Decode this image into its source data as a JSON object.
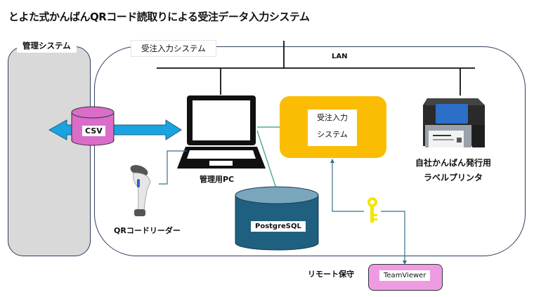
{
  "title": "とよた式かんばんQRコード読取りによる受注データ入力システム",
  "groups": {
    "management_system": "管理システム",
    "order_input_system": "受注入力システム"
  },
  "network": {
    "lan_label": "LAN"
  },
  "nodes": {
    "csv": "CSV",
    "management_pc": "管理用PC",
    "order_system_line1": "受注入力",
    "order_system_line2": "システム",
    "database": "PostgreSQL",
    "qr_reader": "QRコードリーダー",
    "printer_line1": "自社かんばん発行用",
    "printer_line2": "ラベルプリンタ",
    "remote_maintenance": "リモート保守",
    "teamviewer": "TeamViewer"
  },
  "colors": {
    "order_system_fill": "#fbbc04",
    "database_fill": "#1f5f7f",
    "csv_fill": "#d96dc9",
    "arrow_fill": "#1aa3e0",
    "teamviewer_fill": "#ee9be4",
    "key_color": "#f5e400",
    "mgmt_fill": "#d9d9d9"
  }
}
